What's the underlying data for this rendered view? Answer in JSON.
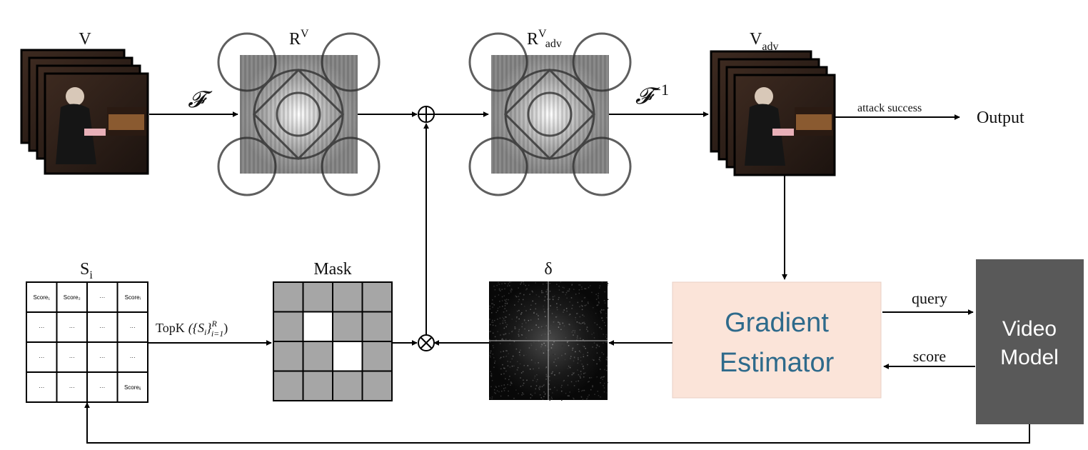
{
  "labels": {
    "video": "V",
    "video_spectrum_base": "R",
    "video_spectrum_sup": "V",
    "adv_spectrum_base": "R",
    "adv_spectrum_sup": "V",
    "adv_spectrum_sub": "adv",
    "adv_video_base": "V",
    "adv_video_sub": "adv",
    "fourier": "𝓕",
    "inverse_fourier": "𝓕",
    "inverse_fourier_exp": "−1",
    "attack_success": "attack success",
    "output": "Output",
    "scores_base": "S",
    "scores_sub": "i",
    "mask": "Mask",
    "delta": "δ",
    "topk_prefix": "TopK",
    "topk_set_open": "({S",
    "topk_set_sub": "i",
    "topk_set_close": "}",
    "topk_range_sup": "R",
    "topk_range_sub": "i=1",
    "topk_end": ")",
    "query": "query",
    "score": "score",
    "gradient_estimator_line1": "Gradient",
    "gradient_estimator_line2": "Estimator",
    "video_model_line1": "Video",
    "video_model_line2": "Model",
    "oplus": "⊕",
    "otimes": "⊗"
  },
  "score_table": {
    "rows": [
      [
        "Score₁",
        "Score₂",
        "···",
        "Scoreᵢ"
      ],
      [
        "···",
        "···",
        "···",
        "···"
      ],
      [
        "···",
        "···",
        "···",
        "···"
      ],
      [
        "···",
        "···",
        "···",
        "Scoreᵢⱼ"
      ]
    ]
  },
  "mask_grid": {
    "rows": 4,
    "cols": 4,
    "white_cells": [
      [
        1,
        1
      ],
      [
        2,
        2
      ]
    ]
  },
  "colors": {
    "gradient_estimator_fill": "#fbe4d9",
    "gradient_estimator_text": "#2e6a8b",
    "video_model_fill": "#595959",
    "video_model_text": "#ffffff",
    "mask_cell": "#a6a6a6"
  }
}
